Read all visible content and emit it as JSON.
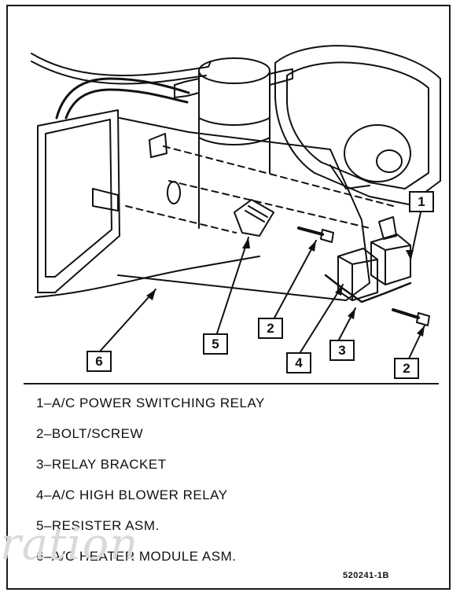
{
  "callouts": {
    "c1": "1",
    "c2a": "2",
    "c2b": "2",
    "c3": "3",
    "c4": "4",
    "c5": "5",
    "c6": "6"
  },
  "legend": [
    "1–A/C POWER SWITCHING RELAY",
    "2–BOLT/SCREW",
    "3–RELAY BRACKET",
    "4–A/C HIGH BLOWER RELAY",
    "5–RESISTER ASM.",
    "6–A/C HEATER MODULE ASM."
  ],
  "figure_number": "520241-1B",
  "watermark_text": "ration",
  "colors": {
    "ink": "#111111",
    "paper": "#ffffff",
    "watermark": "#d9d9d9"
  }
}
